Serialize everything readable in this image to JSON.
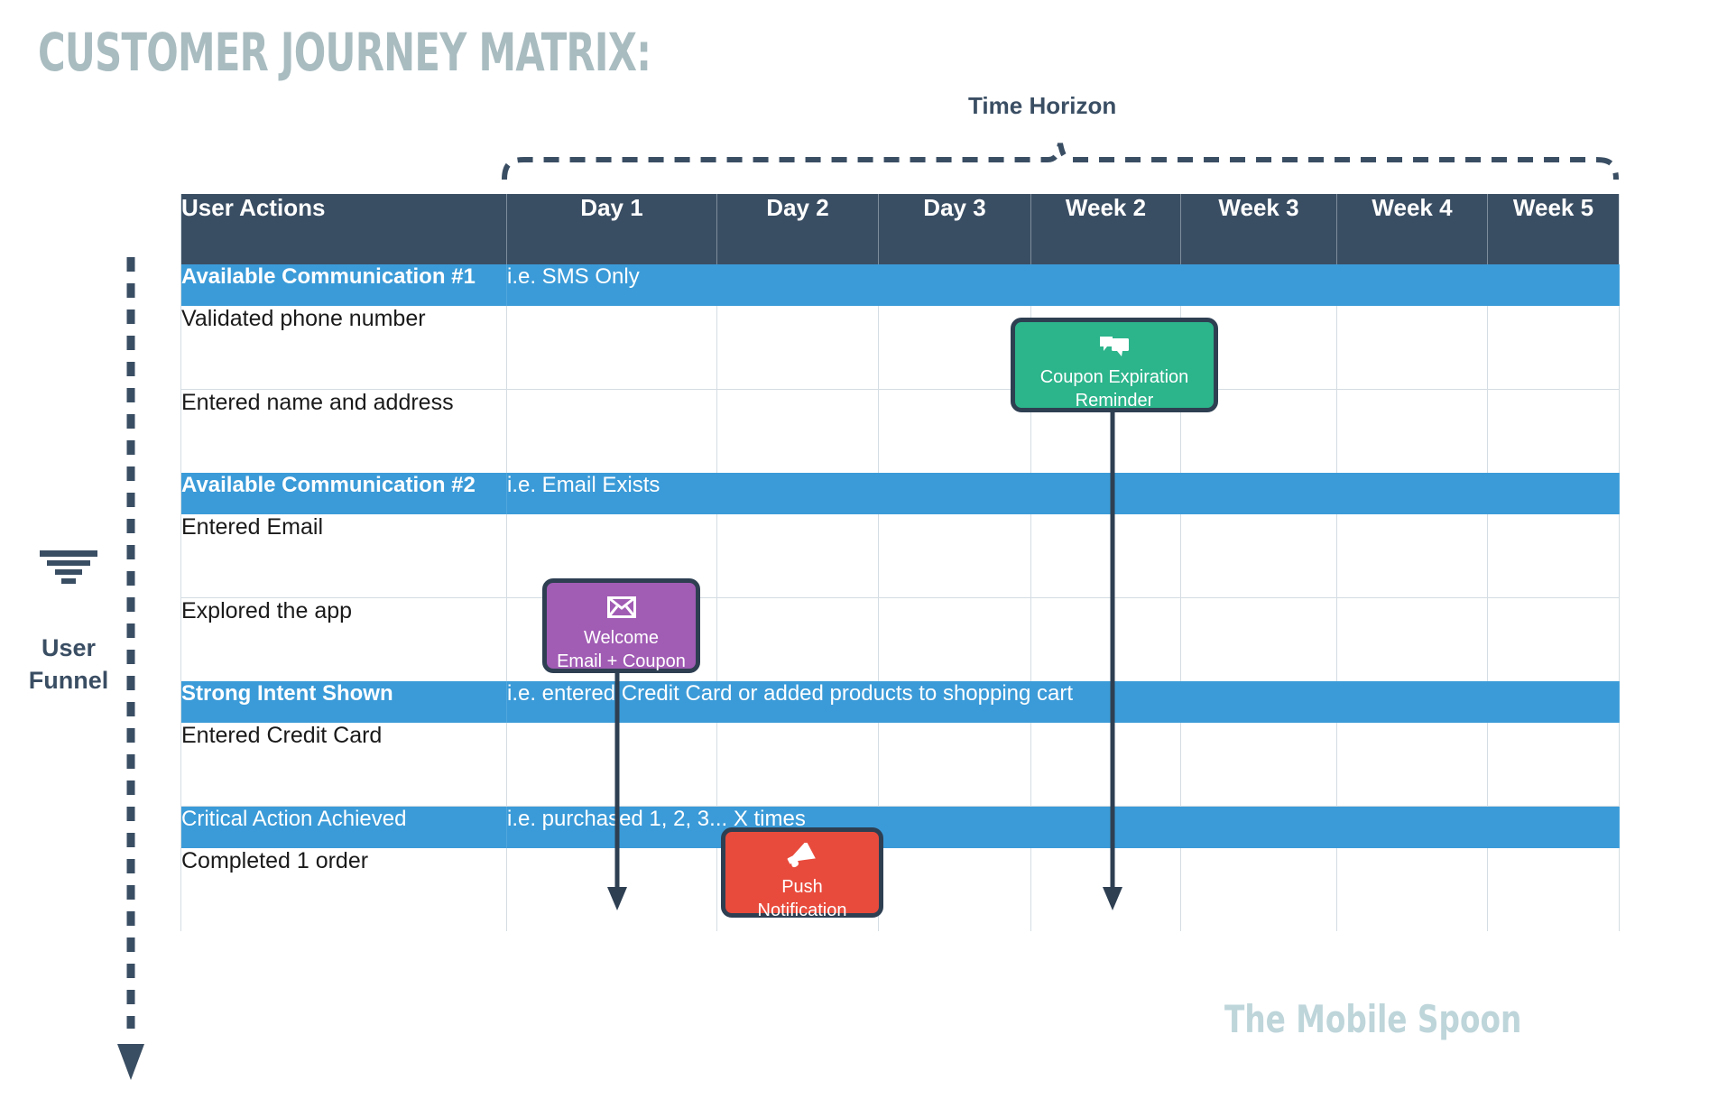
{
  "title": "CUSTOMER JOURNEY MATRIX:",
  "watermark": "The Mobile Spoon",
  "time_horizon": {
    "label": "Time Horizon"
  },
  "funnel": {
    "label": "User\nFunnel",
    "line1": "User",
    "line2": "Funnel",
    "icon": "funnel-icon"
  },
  "colors": {
    "header_navy": "#3a4e63",
    "section_blue": "#3b9bd8",
    "teal": "#2cb48b",
    "purple": "#a15cb4",
    "red": "#e84b3c",
    "title_grey": "#a9bcc0",
    "watermark_grey": "#bed5da",
    "grid_line": "#d4dde3"
  },
  "table": {
    "columns": [
      "User Actions",
      "Day 1",
      "Day 2",
      "Day 3",
      "Week 2",
      "Week 3",
      "Week 4",
      "Week 5"
    ],
    "rows": [
      {
        "type": "section",
        "bold": true,
        "label": "Available Communication #1",
        "value": "i.e. SMS Only"
      },
      {
        "type": "action",
        "label": "Validated phone number"
      },
      {
        "type": "action",
        "label": "Entered name and address"
      },
      {
        "type": "section",
        "bold": true,
        "label": "Available Communication #2",
        "value": "i.e. Email Exists"
      },
      {
        "type": "action",
        "label": "Entered Email"
      },
      {
        "type": "action",
        "label": "Explored the app"
      },
      {
        "type": "section",
        "bold": true,
        "label": "Strong Intent Shown",
        "value": "i.e. entered Credit Card or added products to shopping cart"
      },
      {
        "type": "action",
        "label": "Entered Credit Card"
      },
      {
        "type": "section",
        "bold": false,
        "label": "Critical Action Achieved",
        "value": "i.e. purchased 1, 2, 3... X times"
      },
      {
        "type": "action",
        "label": "Completed 1 order"
      }
    ]
  },
  "callouts": [
    {
      "id": "coupon",
      "icon": "chat-bubbles-icon",
      "line1": "Coupon Expiration",
      "line2": "Reminder",
      "color": "#2cb48b",
      "column": "Week 2",
      "row": "Validated phone number"
    },
    {
      "id": "welcome",
      "icon": "envelope-icon",
      "line1": "Welcome",
      "line2": "Email + Coupon",
      "color": "#a15cb4",
      "column": "Day 1",
      "row": "Entered Email"
    },
    {
      "id": "push",
      "icon": "megaphone-icon",
      "line1": "Push",
      "line2": "Notification",
      "color": "#e84b3c",
      "column": "Day 2",
      "row": "Entered Credit Card"
    }
  ]
}
